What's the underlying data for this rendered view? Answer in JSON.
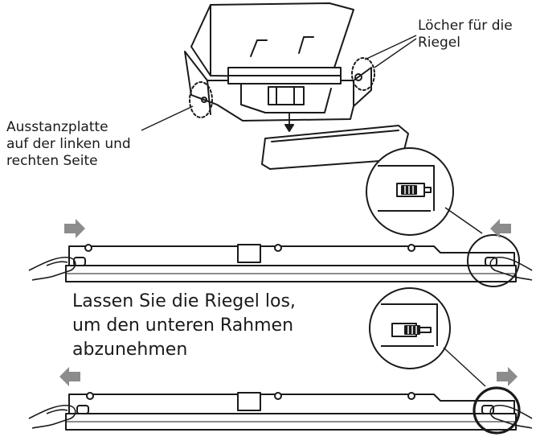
{
  "labels": {
    "latch_holes": [
      "Löcher für die",
      "Riegel"
    ],
    "knockout_plate": [
      "Ausstanzplatte",
      "auf der linken und",
      "rechten Seite"
    ],
    "release_instruction": [
      "Lassen Sie die Riegel los,",
      "um den unteren Rahmen",
      "abzunehmen"
    ]
  },
  "colors": {
    "line": "#1a1a1a",
    "arrow": "#8c8c8c",
    "background": "#ffffff"
  },
  "icons": {
    "press_arrow": "arrow-icon",
    "hand": "hand-icon",
    "latch": "latch-icon"
  }
}
